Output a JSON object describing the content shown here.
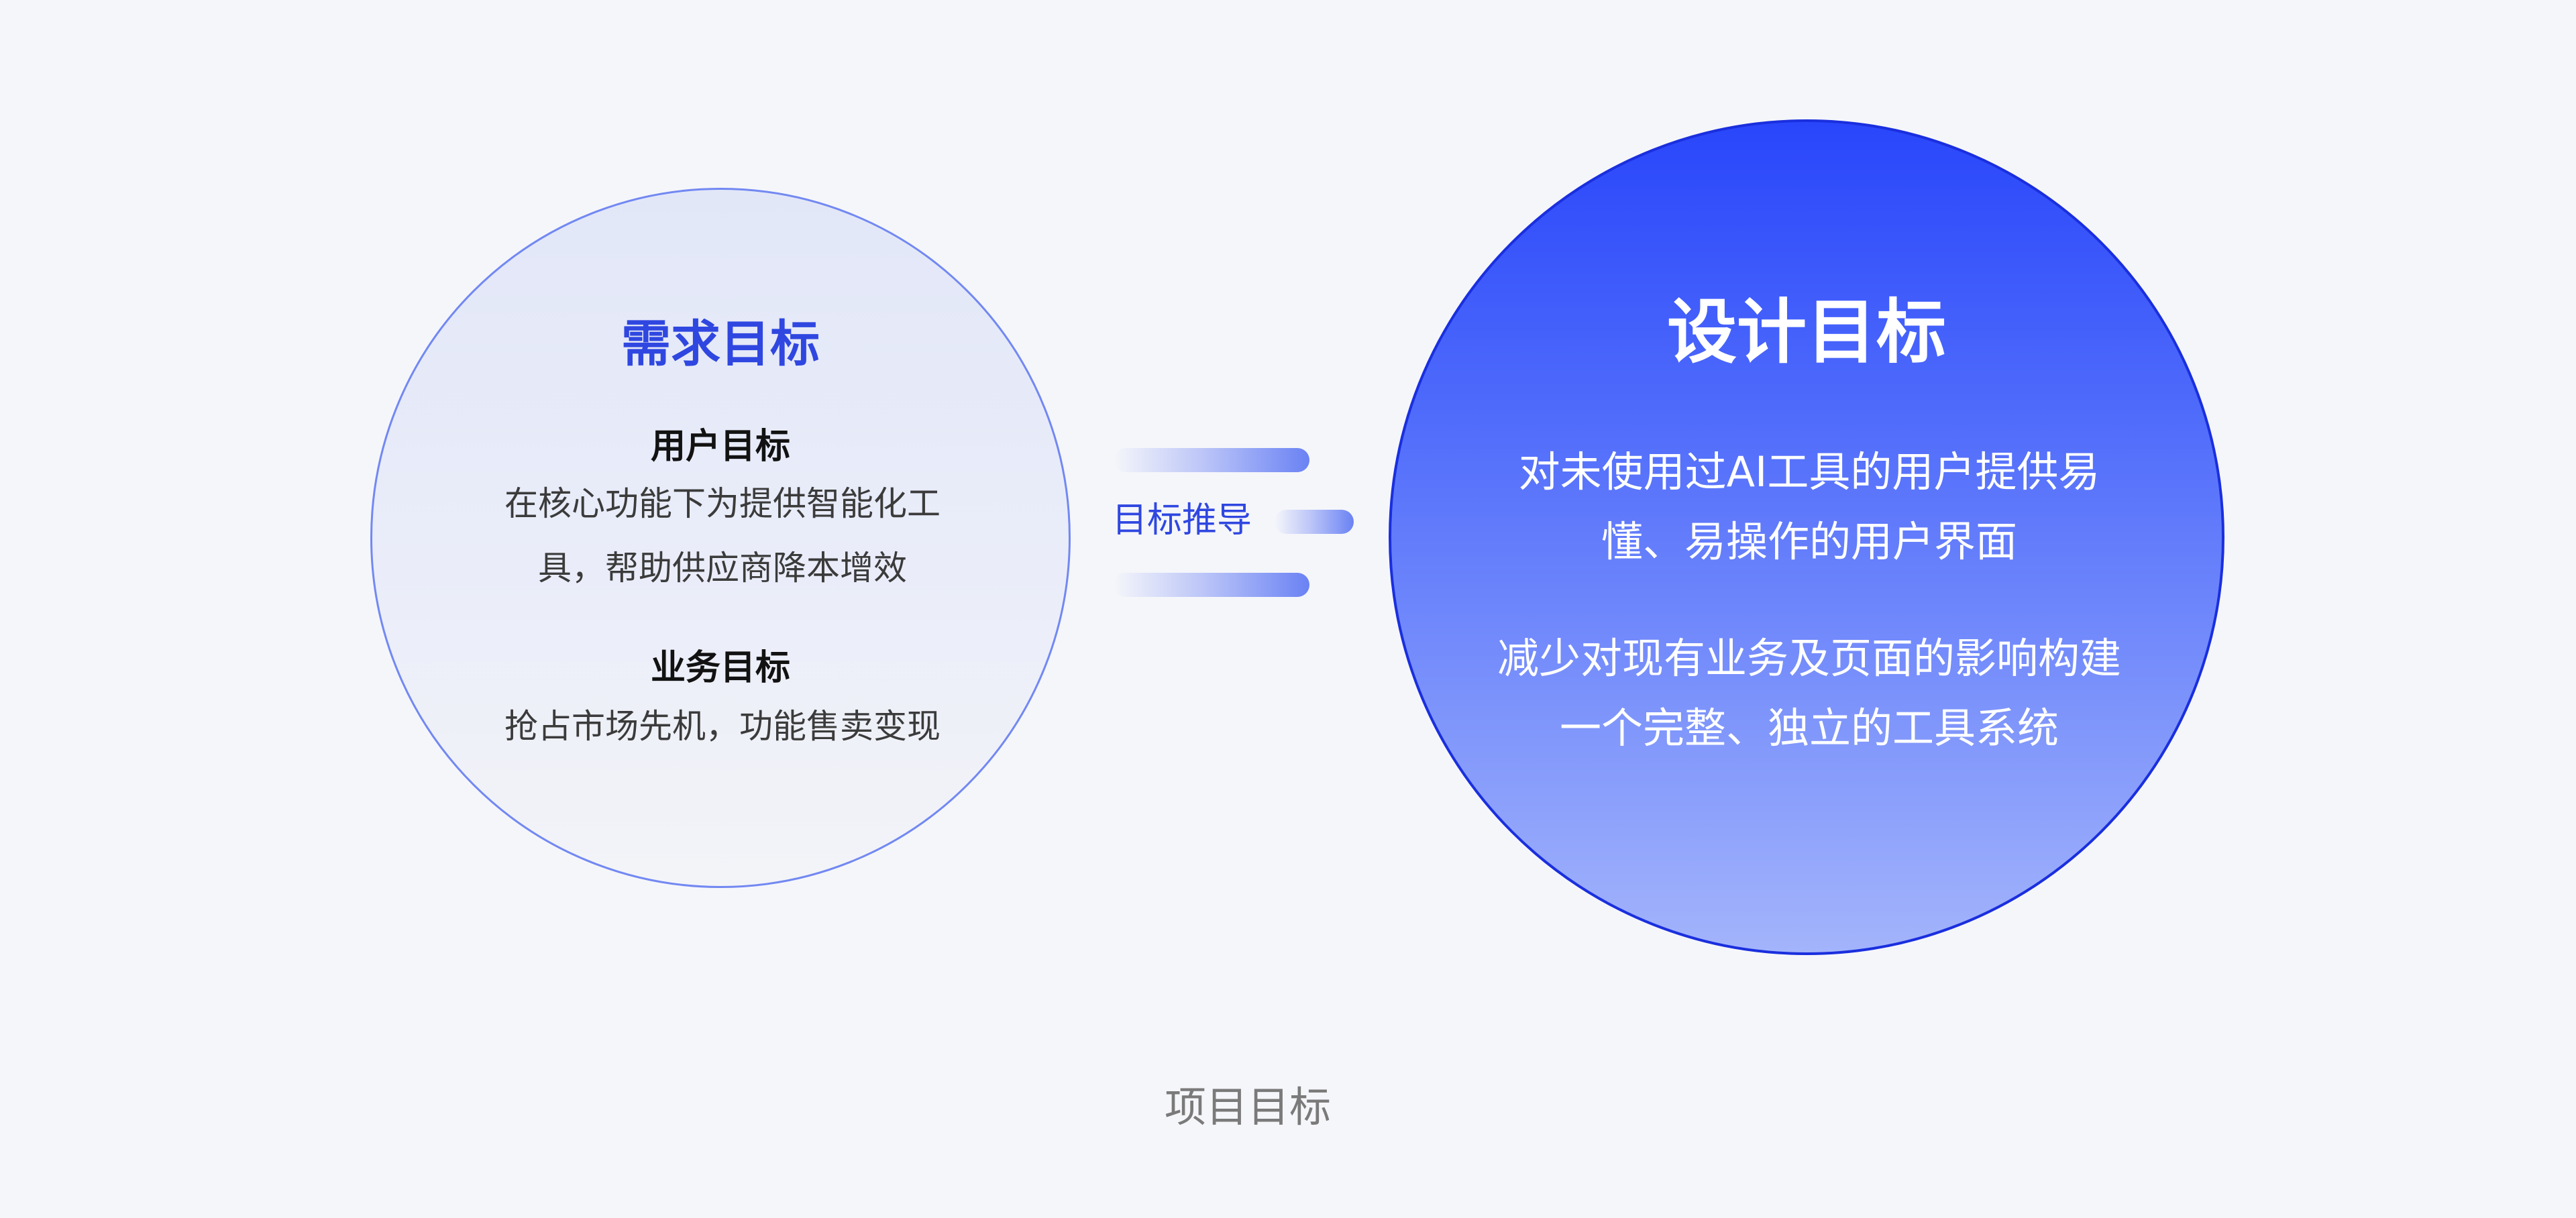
{
  "requirement_goals": {
    "title": "需求目标",
    "user_goal_title": "用户目标",
    "user_goal_text": "在核心功能下为提供智能化工具，帮助供应商降本增效",
    "business_goal_title": "业务目标",
    "business_goal_text": "抢占市场先机，功能售卖变现"
  },
  "connector": {
    "label": "目标推导"
  },
  "design_goals": {
    "title": "设计目标",
    "text1": "对未使用过AI工具的用户提供易懂、易操作的用户界面",
    "text2": "减少对现有业务及页面的影响构建一个完整、独立的工具系统"
  },
  "caption": "项目目标",
  "colors": {
    "background": "#f5f6fa",
    "accent_blue": "#2f47e0",
    "right_circle_top": "#2946fb",
    "right_circle_bottom": "#a3b4fb",
    "left_circle_border": "#7288f2"
  }
}
